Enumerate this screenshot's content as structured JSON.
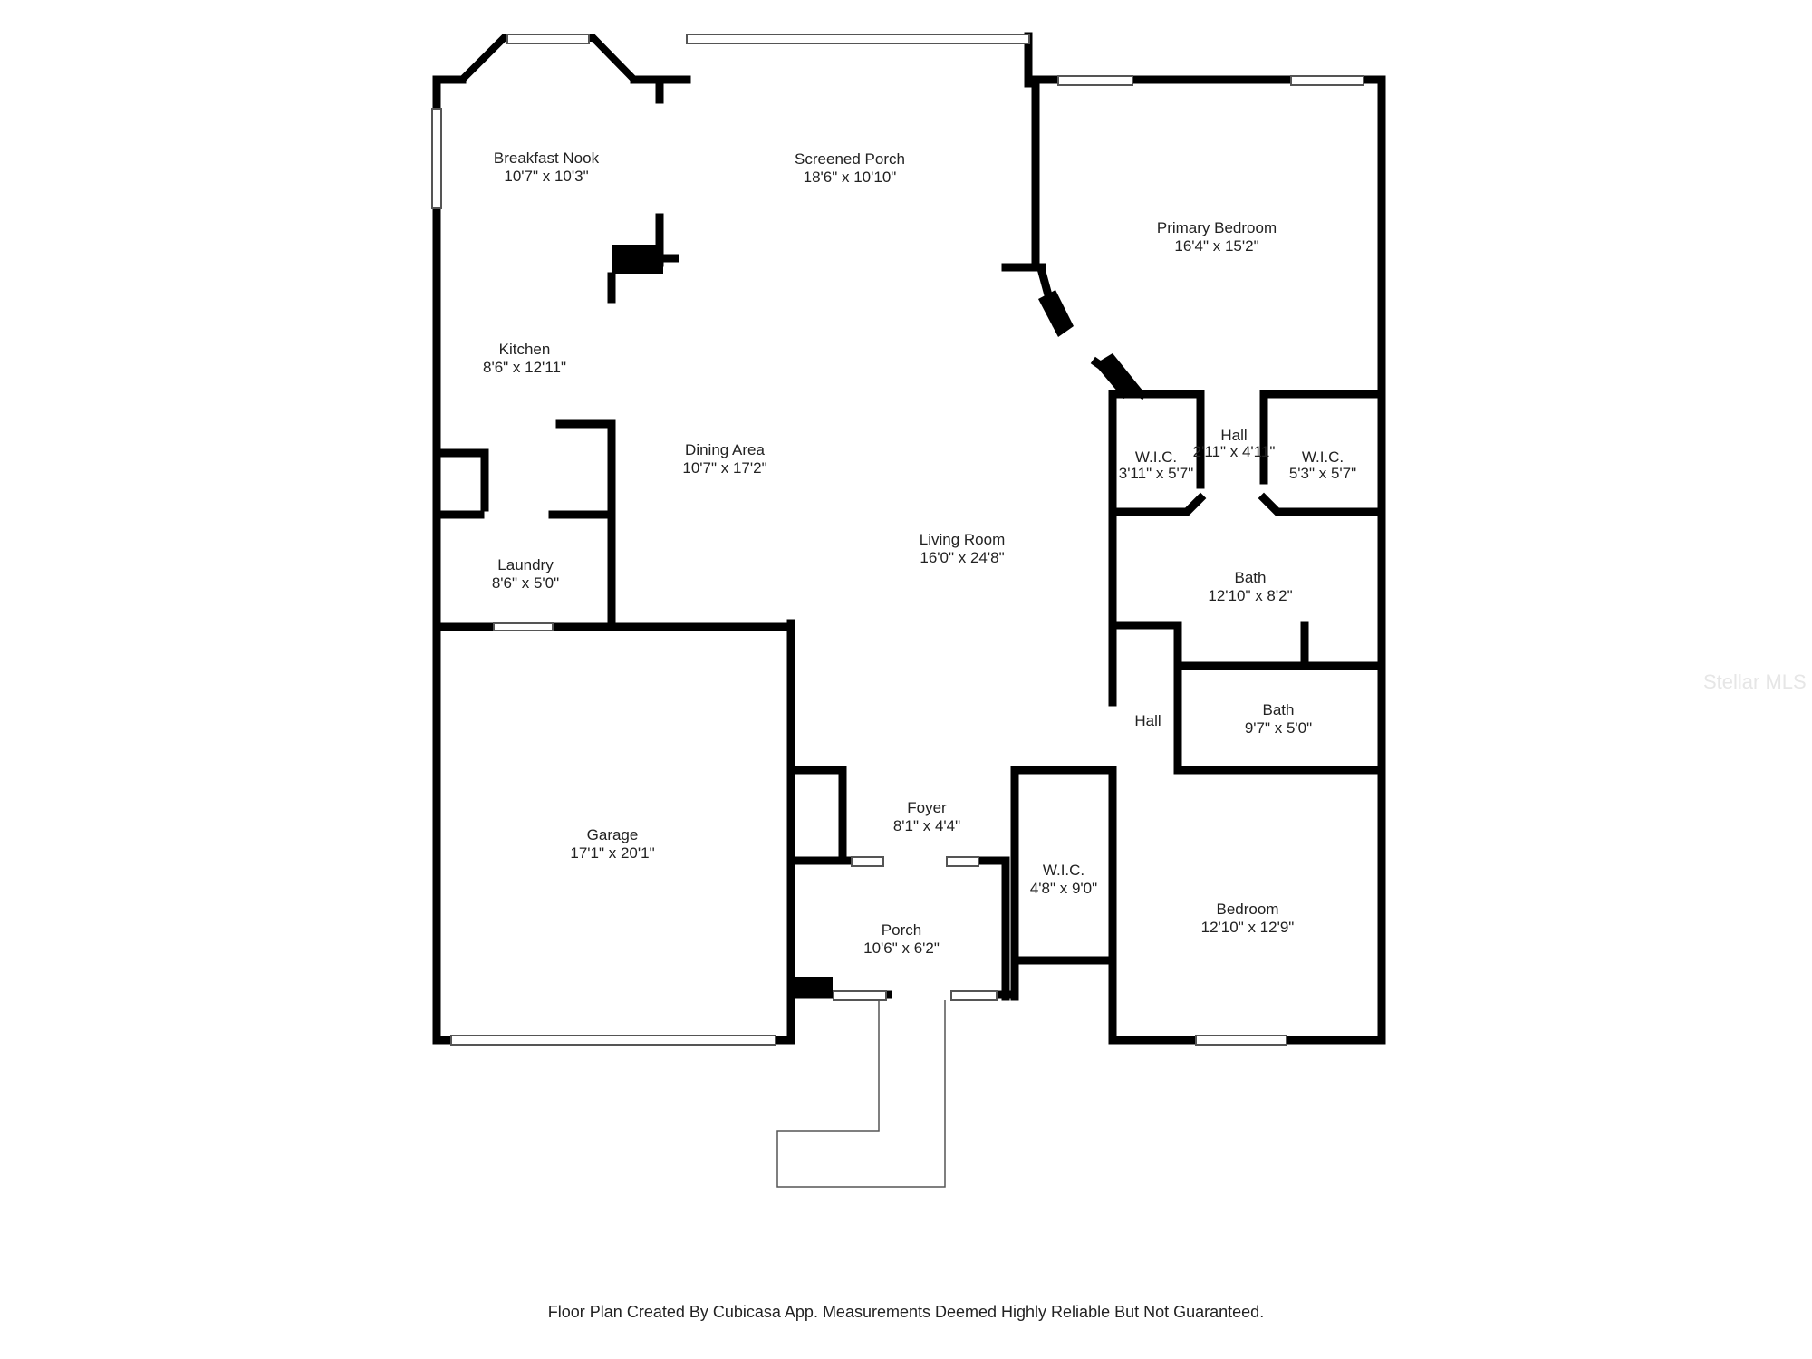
{
  "rooms": {
    "breakfast_nook": {
      "name": "Breakfast Nook",
      "dims": "10'7\" x 10'3\""
    },
    "screened_porch": {
      "name": "Screened Porch",
      "dims": "18'6\" x 10'10\""
    },
    "primary_bedroom": {
      "name": "Primary Bedroom",
      "dims": "16'4\" x 15'2\""
    },
    "kitchen": {
      "name": "Kitchen",
      "dims": "8'6\" x 12'11\""
    },
    "dining_area": {
      "name": "Dining Area",
      "dims": "10'7\" x 17'2\""
    },
    "hall_upper": {
      "name": "Hall",
      "dims": "2'11\" x 4'11\""
    },
    "wic_left": {
      "name": "W.I.C.",
      "dims": "3'11\" x 5'7\""
    },
    "wic_right": {
      "name": "W.I.C.",
      "dims": "5'3\" x 5'7\""
    },
    "living_room": {
      "name": "Living Room",
      "dims": "16'0\" x 24'8\""
    },
    "laundry": {
      "name": "Laundry",
      "dims": "8'6\" x 5'0\""
    },
    "bath_primary": {
      "name": "Bath",
      "dims": "12'10\" x 8'2\""
    },
    "bath_second": {
      "name": "Bath",
      "dims": "9'7\" x 5'0\""
    },
    "hall_lower": {
      "name": "Hall"
    },
    "garage": {
      "name": "Garage",
      "dims": "17'1\" x 20'1\""
    },
    "foyer": {
      "name": "Foyer",
      "dims": "8'1\" x 4'4\""
    },
    "wic_bedroom": {
      "name": "W.I.C.",
      "dims": "4'8\" x 9'0\""
    },
    "bedroom": {
      "name": "Bedroom",
      "dims": "12'10\" x 12'9\""
    },
    "porch": {
      "name": "Porch",
      "dims": "10'6\" x 6'2\""
    }
  },
  "footer": "Floor Plan Created By Cubicasa App. Measurements Deemed Highly Reliable But Not Guaranteed.",
  "watermark": "Stellar MLS",
  "colors": {
    "wall": "#000000",
    "window": "#bbbbbb",
    "background": "#ffffff"
  }
}
